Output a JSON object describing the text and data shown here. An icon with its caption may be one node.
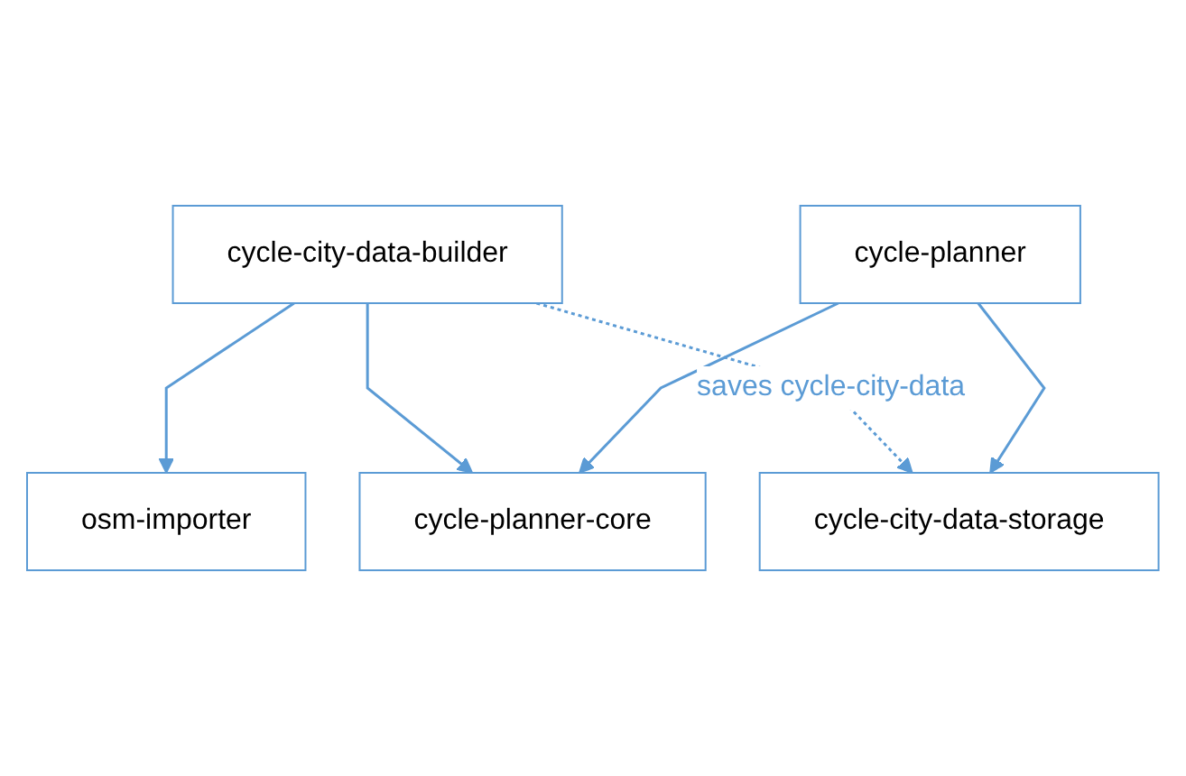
{
  "diagram": {
    "nodes": [
      {
        "text": [
          "cycle-city-data-builder"
        ]
      },
      {
        "text": [
          "osm-importer"
        ]
      },
      {
        "text": [
          "cycle-planner-core"
        ]
      },
      {
        "text": [
          "cycle-city-data-storage"
        ]
      },
      {
        "text": [
          "cycle-planner"
        ]
      }
    ],
    "edges": [
      {
        "from": 0,
        "to": 1,
        "arrow": "to"
      },
      {
        "from": 0,
        "to": 2,
        "arrow": "to"
      },
      {
        "from": 0,
        "to": 3,
        "arrow": "to",
        "label": "saves cycle-city-data",
        "style": "dashed"
      },
      {
        "from": 4,
        "to": 2,
        "arrow": "to"
      },
      {
        "from": 4,
        "to": 3,
        "arrow": "to"
      }
    ]
  }
}
